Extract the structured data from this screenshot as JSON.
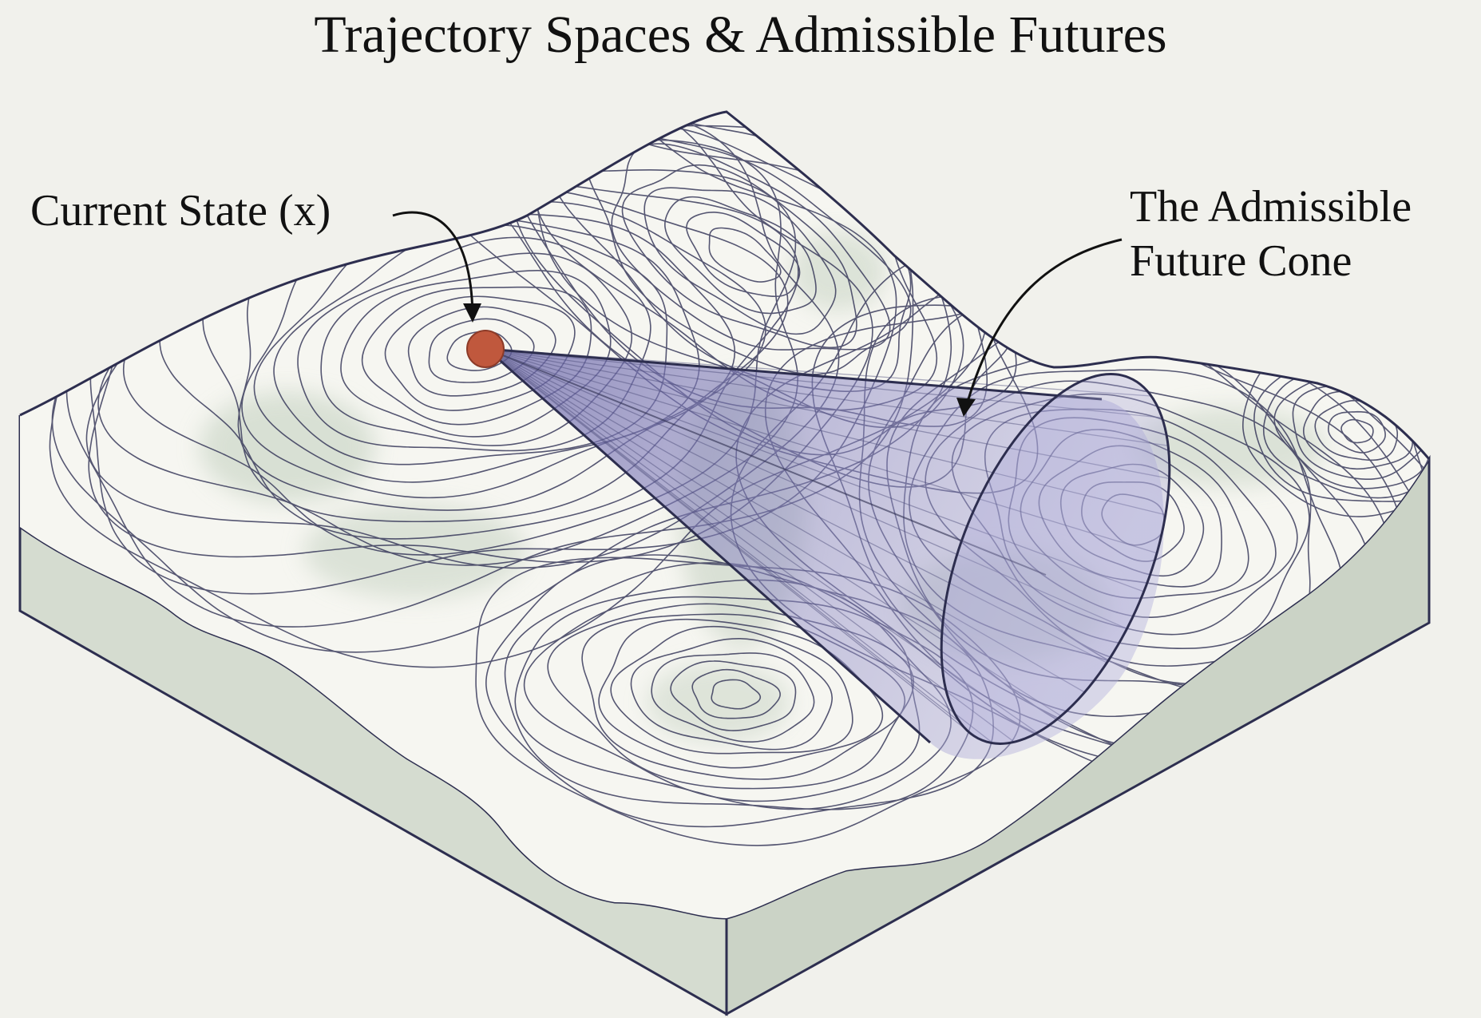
{
  "title": "Trajectory Spaces & Admissible Futures",
  "labels": {
    "current_state": "Current State (x)",
    "cone_line1": "The Admissible",
    "cone_line2": "Future Cone"
  },
  "colors": {
    "background": "#f1f1ec",
    "terrain_top": "#f6f6f1",
    "terrain_shade": "#d7ded2",
    "block_side": "#d6ddd1",
    "block_side_dark": "#c8d1c3",
    "outline": "#2d2e4f",
    "contour": "#3a3b5c",
    "cone_fill": "#8c88c4",
    "state_point": "#c0583d"
  }
}
